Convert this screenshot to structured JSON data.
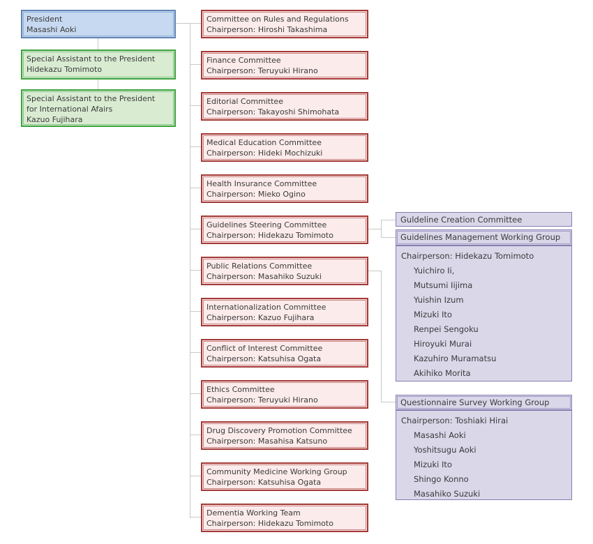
{
  "colors": {
    "line": "#c8c8c8",
    "text": "#3a3a3a",
    "blue_fill": "#c6d9f0",
    "blue_border": "#5f83b3",
    "blue_inner": "#8fb0d8",
    "green_fill": "#d9ecd2",
    "green_border": "#3da23d",
    "green_inner": "#85c785",
    "pink_fill": "#fcebeb",
    "pink_border": "#a23936",
    "pink_inner": "#c98080",
    "purple_fill": "#dad7e9",
    "purple_border": "#857daf",
    "purple_inner": "#a29bc7"
  },
  "leadership": {
    "president": {
      "title": "President",
      "name": "Masashi Aoki"
    },
    "assistants": [
      {
        "title_lines": [
          "Special Assistant to the President"
        ],
        "name": "Hidekazu Tomimoto"
      },
      {
        "title_lines": [
          "Special Assistant to the President",
          "for International Afairs"
        ],
        "name": "Kazuo Fujihara"
      }
    ]
  },
  "committees": [
    {
      "title": "Committee on Rules and Regulations",
      "chair": "Chairperson: Hiroshi Takashima"
    },
    {
      "title": "Finance Committee",
      "chair": "Chairperson: Teruyuki Hirano"
    },
    {
      "title": "Editorial Committee",
      "chair": "Chairperson: Takayoshi Shimohata"
    },
    {
      "title": "Medical Education Committee",
      "chair": "Chairperson: Hideki Mochizuki"
    },
    {
      "title": "Health Insurance Committee",
      "chair": "Chairperson: Mieko Ogino"
    },
    {
      "title": "Guidelines Steering Committee",
      "chair": "Chairperson: Hidekazu Tomimoto"
    },
    {
      "title": "Public Relations Committee",
      "chair": "Chairperson: Masahiko Suzuki"
    },
    {
      "title": "Internationalization Committee",
      "chair": "Chairperson: Kazuo Fujihara"
    },
    {
      "title": "Conflict of Interest Committee",
      "chair": "Chairperson: Katsuhisa Ogata"
    },
    {
      "title": "Ethics Committee",
      "chair": "Chairperson: Teruyuki Hirano"
    },
    {
      "title": "Drug Discovery Promotion Committee",
      "chair": "Chairperson: Masahisa Katsuno"
    },
    {
      "title": "Community Medicine Working Group",
      "chair": "Chairperson: Katsuhisa Ogata"
    },
    {
      "title": "Dementia Working Team",
      "chair": "Chairperson: Hidekazu Tomimoto"
    }
  ],
  "guideline_groups": {
    "creation_committee": {
      "title": "Guldeline Creation Committee"
    },
    "management_group": {
      "title": "Guidelines Management Working Group",
      "chairperson": "Chairperson: Hidekazu Tomimoto",
      "members": [
        "Yuichiro Ii,",
        "Mutsumi Iijima",
        "Yuishin Izum",
        "Mizuki Ito",
        "Renpei Sengoku",
        "Hiroyuki Murai",
        "Kazuhiro Muramatsu",
        "Akihiko Morita"
      ]
    },
    "questionnaire_group": {
      "title": "Questionnaire Survey Working Group",
      "chairperson": "Chairperson: Toshiaki Hirai",
      "members": [
        "Masashi Aoki",
        "Yoshitsugu Aoki",
        "Mizuki Ito",
        "Shingo Konno",
        "Masahiko Suzuki"
      ]
    }
  }
}
